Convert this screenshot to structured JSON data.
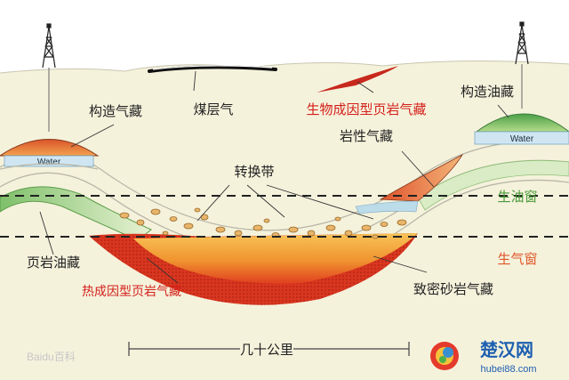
{
  "labels": {
    "gas_trap": "构造气藏",
    "coalbed": "煤层气",
    "biogenic_shale": "生物成因型页岩气藏",
    "oil_trap": "构造油藏",
    "lithologic_gas": "岩性气藏",
    "transition": "转换带",
    "oil_window": "生油窗",
    "gas_window": "生气窗",
    "shale_oil": "页岩油藏",
    "thermogenic_shale": "热成因型页岩气藏",
    "tight_sand": "致密砂岩气藏",
    "water_left": "Water",
    "water_right": "Water",
    "scale": "几十公里"
  },
  "watermarks": {
    "baidu": "Baidu百科",
    "site_cn": "楚汉网",
    "site_url": "hubei88.com"
  },
  "colors": {
    "sky": "#ffffff",
    "ground": "#f5f2dc",
    "gas_window": "#d9361f",
    "oil_yellow": "#f6b640",
    "oil_window_text": "#4a9a3a",
    "gas_window_text": "#e0562a",
    "red_text": "#d4201a",
    "water": "#cfe6f2",
    "green_cap": "#5fae5a"
  }
}
